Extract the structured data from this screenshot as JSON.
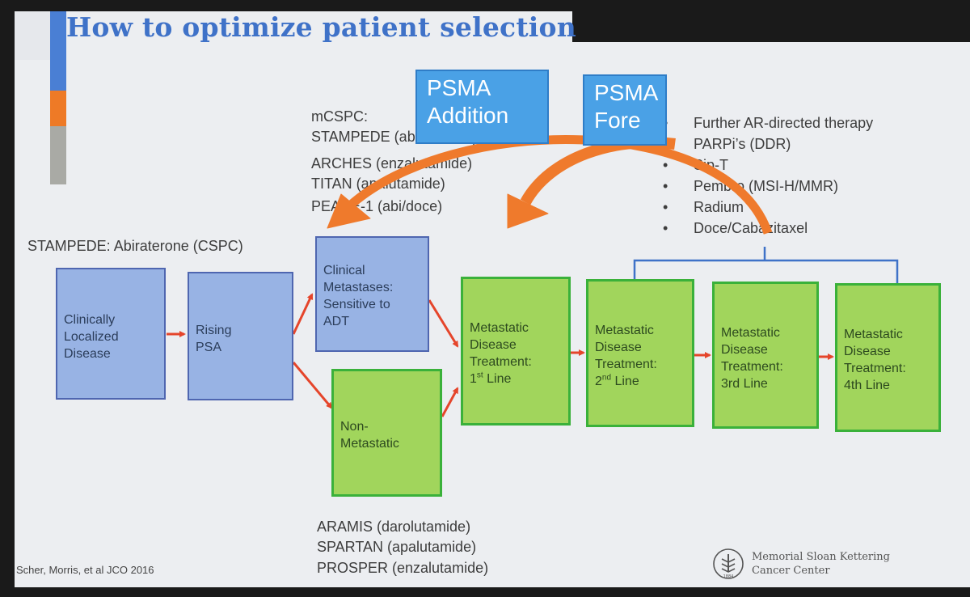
{
  "title": "How to optimize patient selection",
  "psma_addition": [
    "PSMA",
    "Addition"
  ],
  "psma_fore": [
    "PSMA",
    "Fore"
  ],
  "mcspc": {
    "header": "mCSPC:",
    "lines": [
      "STAMPEDE (abiraterone)",
      "ARCHES (enzalutamide)",
      "TITAN (apalutamide)",
      "PEACE-1 (abi/doce)"
    ]
  },
  "stampede_label": "STAMPEDE: Abiraterone (CSPC)",
  "therapies": [
    {
      "bullet": "•",
      "text": "Further AR-directed therapy"
    },
    {
      "bullet": "•",
      "text": "PARPi’s (DDR)"
    },
    {
      "bullet": "•",
      "text": "Sip-T"
    },
    {
      "bullet": "•",
      "text": "Pembro (MSI-H/MMR)"
    },
    {
      "bullet": "•",
      "text": "Radium"
    },
    {
      "bullet": "•",
      "text": "Doce/Cabazitaxel"
    }
  ],
  "boxes": {
    "localized": [
      "Clinically",
      "Localized",
      "Disease"
    ],
    "rising": [
      "Rising",
      "PSA"
    ],
    "clinical_met": [
      "Clinical",
      "Metastases:",
      "Sensitive to",
      "ADT"
    ],
    "non_met": [
      "Non-",
      "Metastatic"
    ],
    "line1": {
      "l1": "Metastatic",
      "l2": "Disease",
      "l3": "Treatment:",
      "num": "1",
      "sup": "st",
      "rest": " Line"
    },
    "line2": {
      "l1": "Metastatic",
      "l2": "Disease",
      "l3": "Treatment:",
      "num": "2",
      "sup": "nd",
      "rest": " Line"
    },
    "line3": [
      "Metastatic",
      "Disease",
      "Treatment:",
      "3rd Line"
    ],
    "line4": [
      "Metastatic",
      "Disease",
      "Treatment:",
      "4th Line"
    ]
  },
  "nmcrpc": [
    "ARAMIS (darolutamide)",
    "SPARTAN (apalutamide)",
    "PROSPER (enzalutamide)"
  ],
  "citation": "Scher, Morris, et al JCO 2016",
  "logo": {
    "line1": "Memorial Sloan Kettering",
    "line2": "Cancer Center",
    "mark": "1884"
  },
  "colors": {
    "title": "#3f72c8",
    "blue_box": "#98b3e4",
    "green_box": "#a1d55c",
    "psma": "#4aa1e6",
    "arrow_orange": "#ef7a2c",
    "arrow_red": "#e5452b"
  }
}
